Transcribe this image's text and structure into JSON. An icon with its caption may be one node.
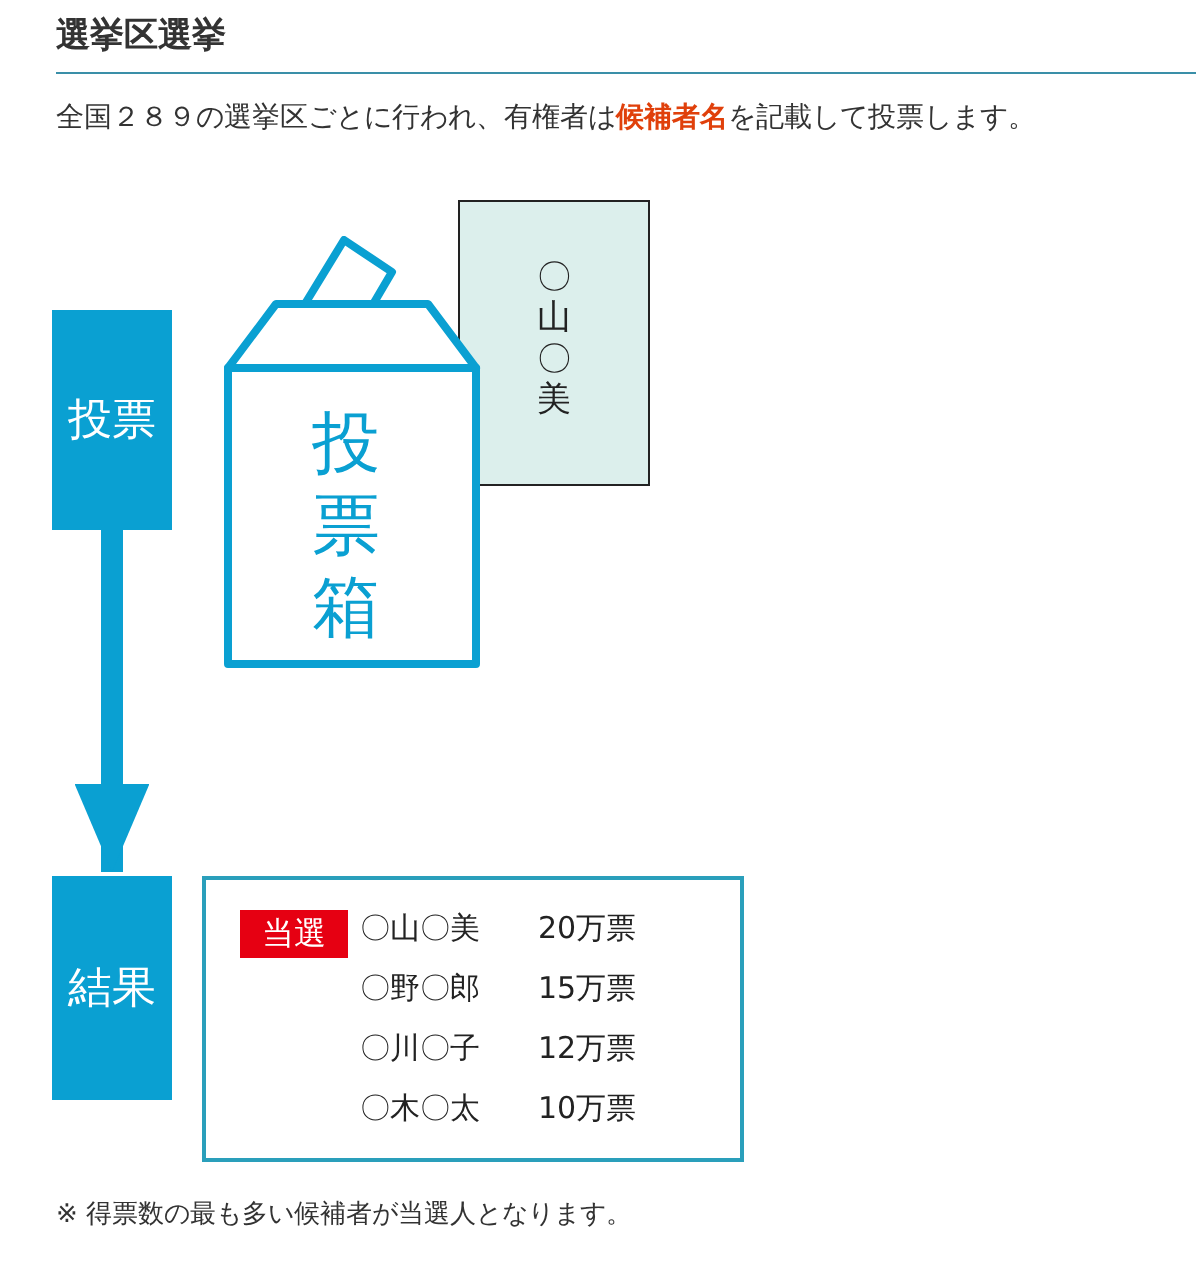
{
  "diagram": {
    "title": "選挙区選挙",
    "nodes": [
      {
        "text": [
          "投票"
        ]
      },
      {
        "text": [
          "投票箱"
        ]
      },
      {
        "text": [
          "〇山〇美"
        ]
      },
      {
        "text": [
          "結果"
        ]
      },
      {
        "text": [
          "〇山〇美",
          "20万票",
          "〇野〇郎",
          "15万票",
          "〇川〇子",
          "12万票",
          "〇木〇太",
          "10万票"
        ]
      },
      {
        "text": [
          "当選"
        ],
        "in": 4
      }
    ],
    "edges": [
      {
        "from": 0,
        "to": 3,
        "arrow": "to"
      }
    ],
    "labels": [
      "全国２８９の選挙区ごとに行われ、有権者は**候補者名**を記載して投票します。",
      "※ 得票数の最も多い候補者が当選人となります。"
    ]
  }
}
